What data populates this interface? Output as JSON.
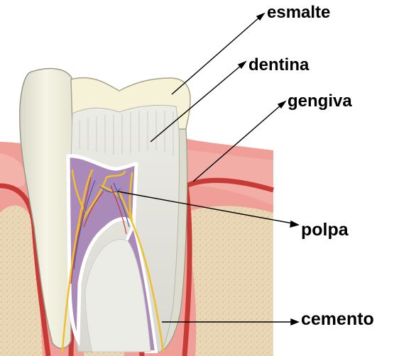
{
  "labels": {
    "esmalte": "esmalte",
    "dentina": "dentina",
    "gengiva": "gengiva",
    "polpa": "polpa",
    "cemento": "cemento"
  },
  "colors": {
    "bone": "#e9d5b5",
    "gum": "#e89a92",
    "gum_dark": "#c9433d",
    "enamel": "#f4f0d6",
    "dentin": "#e2e2dc",
    "pulp": "#9a7ab0",
    "nerve": "#f0c030",
    "line": "#000000"
  }
}
